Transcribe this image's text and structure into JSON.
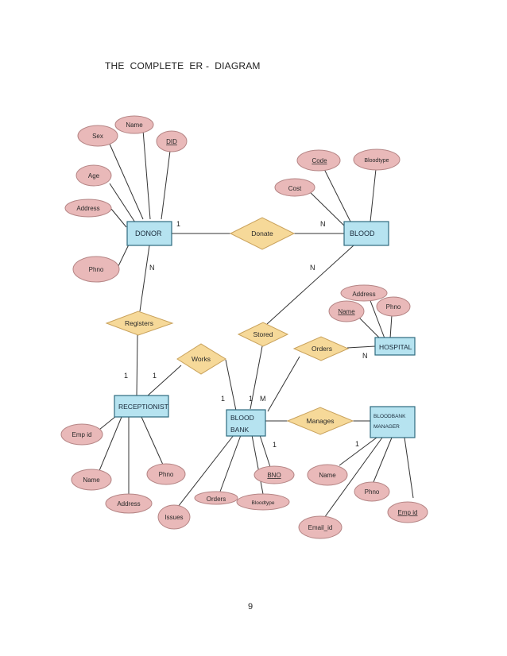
{
  "title": "THE  COMPLETE  ER -  DIAGRAM",
  "page_number": "9",
  "colors": {
    "attribute_fill": "#e9b9b9",
    "attribute_stroke": "#b58585",
    "entity_fill": "#b6e3f0",
    "entity_stroke": "#2f6b7e",
    "relationship_fill": "#f6d999",
    "relationship_stroke": "#c9a25c",
    "line": "#333333"
  },
  "entities": {
    "donor": "DONOR",
    "blood": "BLOOD",
    "hospital": "HOSPITAL",
    "receptionist": "RECEPTIONIST",
    "blood_bank_1": "BLOOD",
    "blood_bank_2": "BANK",
    "bloodbank_manager_1": "BLOODBANK",
    "bloodbank_manager_2": "MANAGER"
  },
  "relationships": {
    "donate": "Donate",
    "registers": "Registers",
    "works": "Works",
    "stored": "Stored",
    "orders": "Orders",
    "manages": "Manages"
  },
  "attributes": {
    "donor_sex": "Sex",
    "donor_name": "Name",
    "donor_did": "DID",
    "donor_age": "Age",
    "donor_address": "Address",
    "donor_phno": "Phno",
    "blood_code": "Code",
    "blood_bloodtype": "Bloodtype",
    "blood_cost": "Cost",
    "hospital_address": "Address",
    "hospital_name": "Name",
    "hospital_phno": "Phno",
    "receptionist_empid": "Emp id",
    "receptionist_name": "Name",
    "receptionist_address": "Address",
    "receptionist_phno": "Phno",
    "bloodbank_issues": "Issues",
    "bloodbank_orders": "Orders",
    "bloodbank_bloodtype": "Bloodtype",
    "bloodbank_bno": "BNO",
    "manager_name": "Name",
    "manager_phno": "Phno",
    "manager_empid": "Emp id",
    "manager_email": "Email_id"
  },
  "cardinalities": {
    "donor_donate": "1",
    "donate_blood": "N",
    "donor_registers": "N",
    "blood_stored": "N",
    "registers_receptionist": "1",
    "receptionist_works": "1",
    "works_bloodbank": "1",
    "stored_bloodbank": "1",
    "orders_bloodbank": "M",
    "orders_hospital": "N",
    "bloodbank_manages": "1",
    "manages_manager": "1"
  }
}
